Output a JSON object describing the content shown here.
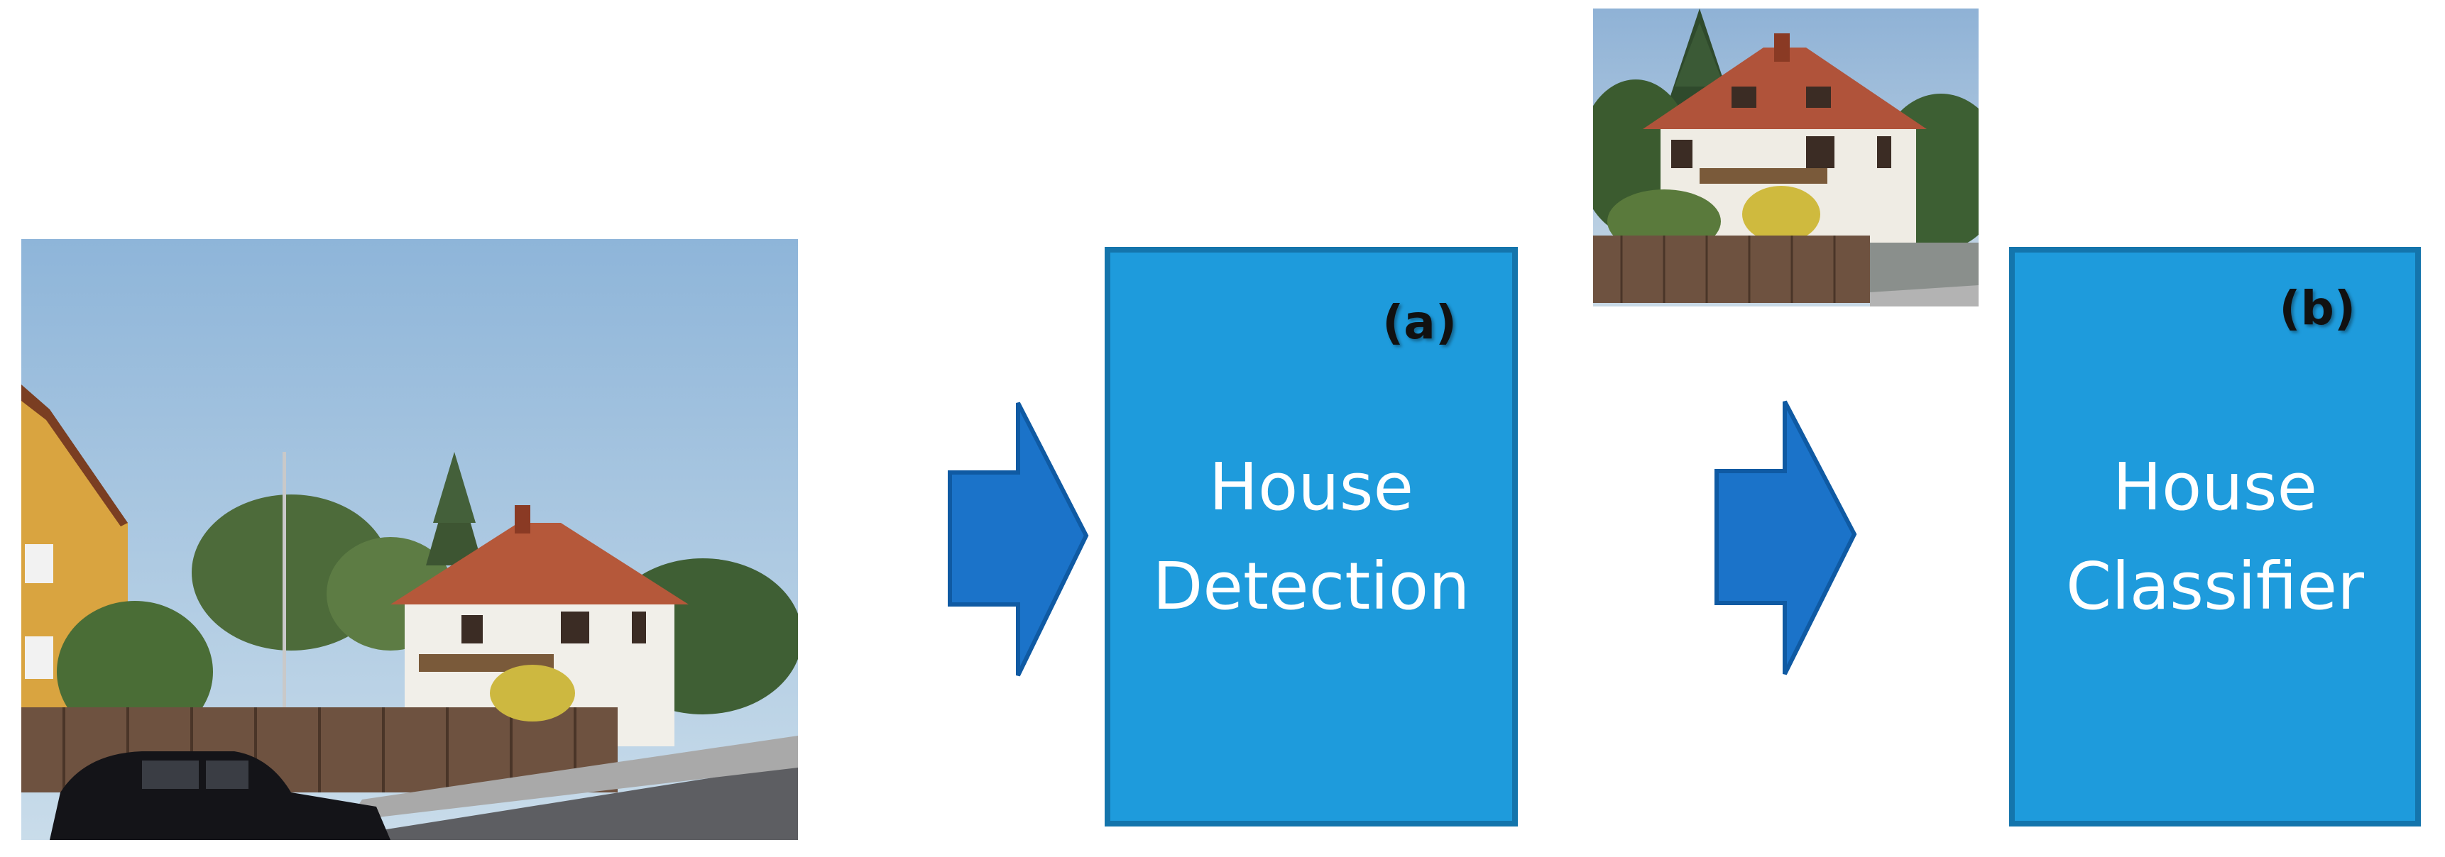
{
  "images": {
    "input_photo": {
      "description_icon": "street-scene-photo"
    },
    "cropped_photo": {
      "description_icon": "cropped-house-photo"
    }
  },
  "steps": [
    {
      "tag": "(a)",
      "line1": "House",
      "line2": "Detection"
    },
    {
      "tag": "(b)",
      "line1": "House",
      "line2": "Classifier"
    }
  ],
  "colors": {
    "box_fill": "#1e9bdc",
    "box_border": "#1475ac",
    "arrow_fill": "#1b73c9",
    "arrow_border": "#0f5aa3"
  }
}
